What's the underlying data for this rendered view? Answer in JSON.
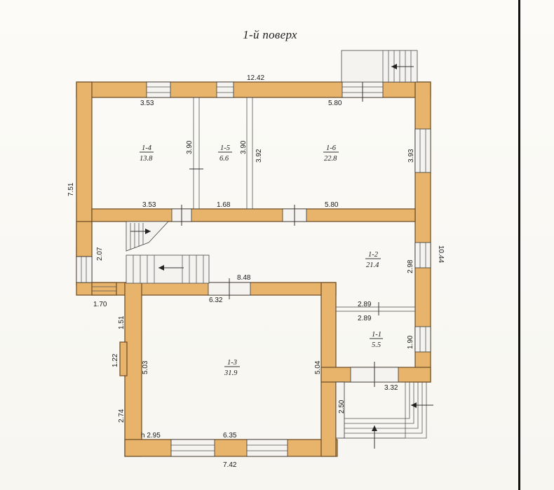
{
  "title": "1-й поверх",
  "rooms": [
    {
      "id": "1-4",
      "area": "13.8"
    },
    {
      "id": "1-5",
      "area": "6.6"
    },
    {
      "id": "1-6",
      "area": "22.8"
    },
    {
      "id": "1-2",
      "area": "21.4"
    },
    {
      "id": "1-1",
      "area": "5.5"
    },
    {
      "id": "1-3",
      "area": "31.9"
    }
  ],
  "dimensions": {
    "top_overall": "12.42",
    "room_14_top": "3.53",
    "room_16_top": "5.80",
    "room_14_height": "3.90",
    "room_15_height": "3.90",
    "room_15_right": "3.92",
    "room_16_height": "3.93",
    "left_upper": "7.51",
    "room_14_bottom": "3.53",
    "room_15_bottom": "1.68",
    "room_16_bottom": "5.80",
    "right_overall": "10.44",
    "stair_left": "2.07",
    "hall_right": "2.98",
    "room_13_top_outer": "8.48",
    "room_13_top_inner": "6.32",
    "left_step": "1.70",
    "room_11_top_a": "2.89",
    "room_11_top_b": "2.89",
    "left_lower_a": "1.51",
    "room_11_right": "1.90",
    "left_lower_b": "1.22",
    "room_13_left": "5.03",
    "room_13_right": "5.04",
    "porch_width": "3.32",
    "left_lower_c": "2.74",
    "porch_height": "2.50",
    "height_mark": "h 2.95",
    "room_13_bottom": "6.35",
    "bottom_overall": "7.42"
  }
}
